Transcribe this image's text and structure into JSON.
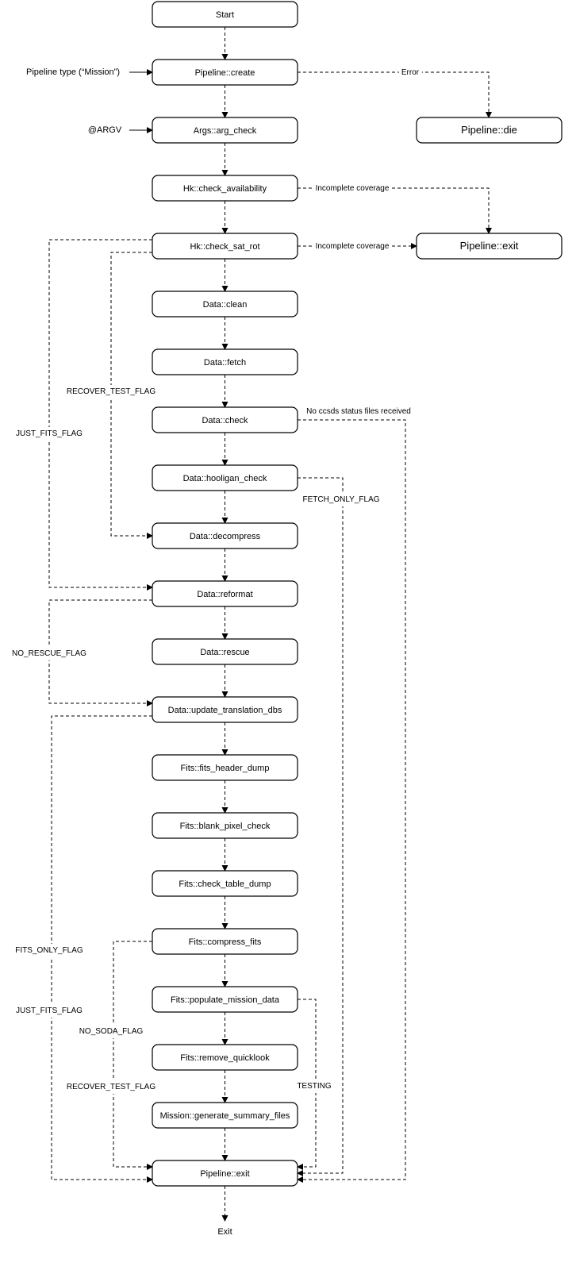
{
  "nodes": {
    "start": "Start",
    "create": "Pipeline::create",
    "arg_check": "Args::arg_check",
    "check_availability": "Hk::check_availability",
    "check_sat_rot": "Hk::check_sat_rot",
    "clean": "Data::clean",
    "fetch": "Data::fetch",
    "check": "Data::check",
    "hooligan_check": "Data::hooligan_check",
    "decompress": "Data::decompress",
    "reformat": "Data::reformat",
    "rescue": "Data::rescue",
    "update_translation_dbs": "Data::update_translation_dbs",
    "fits_header_dump": "Fits::fits_header_dump",
    "blank_pixel_check": "Fits::blank_pixel_check",
    "check_table_dump": "Fits::check_table_dump",
    "compress_fits": "Fits::compress_fits",
    "populate_mission_data": "Fits::populate_mission_data",
    "remove_quicklook": "Fits::remove_quicklook",
    "generate_summary_files": "Mission::generate_summary_files",
    "exit": "Pipeline::exit",
    "die": "Pipeline::die",
    "exit_right": "Pipeline::exit"
  },
  "inputs": {
    "pipeline_type": "Pipeline type (“Mission”)",
    "argv": "@ARGV"
  },
  "terminal": "Exit",
  "edge_labels": {
    "error": "Error",
    "incomplete_1": "Incomplete coverage",
    "incomplete_2": "Incomplete coverage",
    "no_ccsds": "No ccsds status files received",
    "fetch_only": "FETCH_ONLY_FLAG",
    "testing": "TESTING",
    "just_fits_1": "JUST_FITS_FLAG",
    "recover_test_1": "RECOVER_TEST_FLAG",
    "no_rescue": "NO_RESCUE_FLAG",
    "fits_only": "FITS_ONLY_FLAG",
    "just_fits_2": "JUST_FITS_FLAG",
    "no_soda": "NO_SODA_FLAG",
    "recover_test_2": "RECOVER_TEST_FLAG"
  }
}
